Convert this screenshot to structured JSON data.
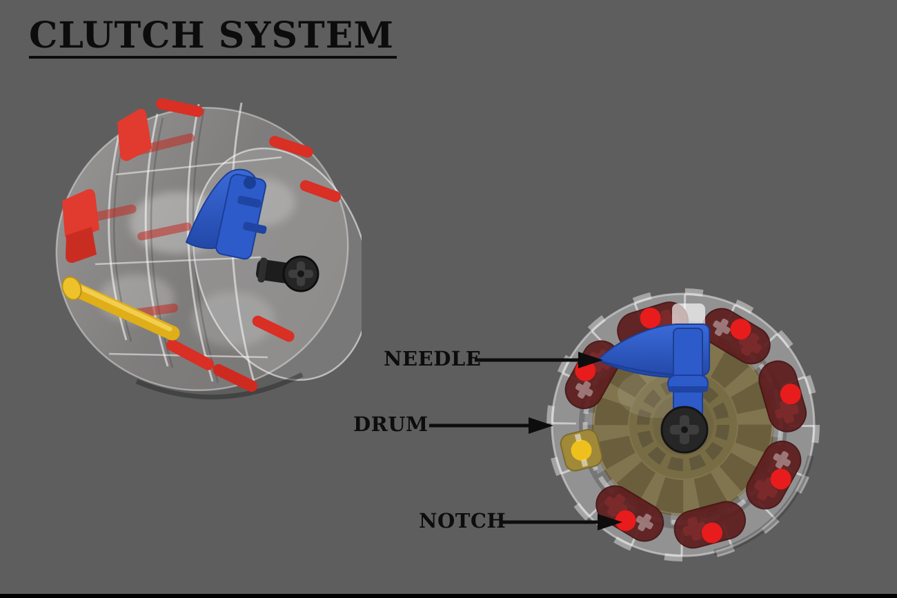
{
  "slide": {
    "background_color": "#5e5e5e",
    "bottom_bar_color": "#000000"
  },
  "title": {
    "text": "CLUTCH SYSTEM"
  },
  "annotations": {
    "needle": {
      "label": "NEEDLE"
    },
    "drum": {
      "label": "DRUM"
    },
    "notch": {
      "label": "NOTCH"
    }
  },
  "figure": {
    "notch_slot_count": 8,
    "visible_red_notch_pins": 7,
    "yellow_pin_slots": 1,
    "colors": {
      "needle_blue": "#2d5bca",
      "notch_red": "#e81c1c",
      "block_maroon": "#5e1d1d",
      "drum_center_olive": "#82754c",
      "axle_black": "#222222",
      "pin_yellow": "#e8bb1e",
      "clip_red": "#e03a2e",
      "shell_transparent_gray": "#d9d6d4",
      "arrow_black": "#0d0d0d"
    }
  }
}
